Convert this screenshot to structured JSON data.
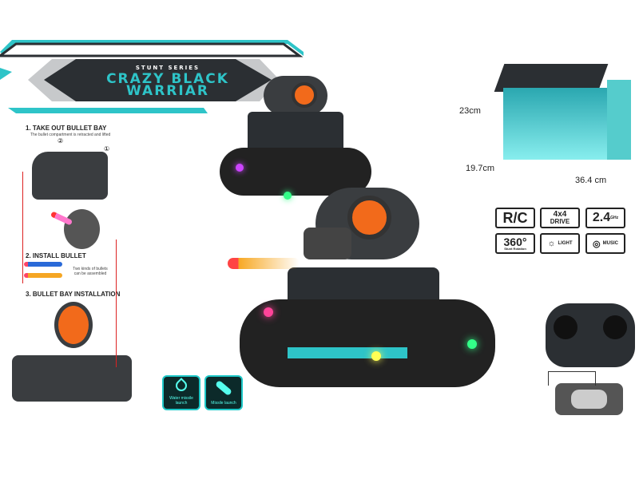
{
  "banner": {
    "series": "STUNT SERIES",
    "title_line1": "CRAZY BLACK",
    "title_line2": "WARRIAR"
  },
  "instructions": [
    {
      "title": "1. TAKE OUT BULLET BAY",
      "note": "The bullet compartment is retracted and lifted"
    },
    {
      "title": "2. INSTALL BULLET",
      "note": "Two kinds of bullets can be assembled"
    },
    {
      "title": "3. BULLET BAY INSTALLATION",
      "note": ""
    }
  ],
  "step_markers": [
    "②",
    "①"
  ],
  "box_dimensions": {
    "height": "23cm",
    "depth": "19.7cm",
    "width": "36.4 cm"
  },
  "badges": {
    "rc": "R/C",
    "drive_top": "4x4",
    "drive_bottom": "DRIVE",
    "freq": "2.4",
    "freq_unit": "GHz",
    "rotation": "360°",
    "rotation_sub": "Stunt Rotation",
    "light": "LIGHT",
    "music": "MUSIC"
  },
  "features": [
    {
      "label": "Water missile launch",
      "icon": "water-drop-icon"
    },
    {
      "label": "Missile launch",
      "icon": "missile-icon"
    }
  ],
  "colors": {
    "accent": "#2ec4c8",
    "dark": "#2b2f33",
    "orange": "#f26a1b"
  }
}
